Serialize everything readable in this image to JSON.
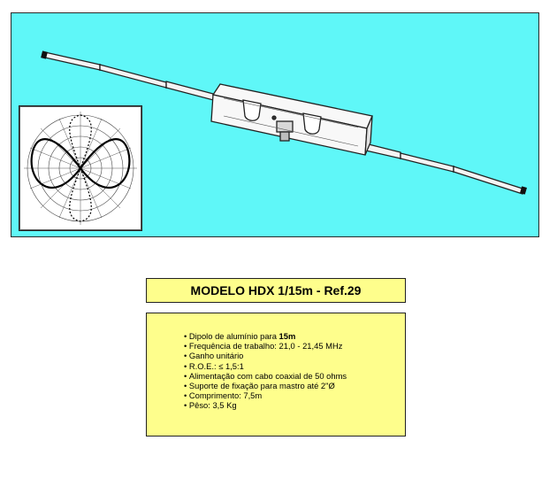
{
  "model_title": "MODELO HDX 1/15m - Ref.29",
  "specs": [
    {
      "prefix": "Dipolo de alumínio para ",
      "strong": "15m",
      "suffix": ""
    },
    {
      "prefix": "Frequência de trabalho: 21,0 - 21,45 MHz",
      "strong": "",
      "suffix": ""
    },
    {
      "prefix": "Ganho unitário",
      "strong": "",
      "suffix": ""
    },
    {
      "prefix": "R.O.E.: ≤ 1,5:1",
      "strong": "",
      "suffix": ""
    },
    {
      "prefix": "Alimentação com cabo coaxial de 50 ohms",
      "strong": "",
      "suffix": ""
    },
    {
      "prefix": "Suporte de fixação para mastro até 2\"Ø",
      "strong": "",
      "suffix": ""
    },
    {
      "prefix": "Comprimento: 7,5m",
      "strong": "",
      "suffix": ""
    },
    {
      "prefix": "Pêso: 3,5 Kg",
      "strong": "",
      "suffix": ""
    }
  ],
  "colors": {
    "hero_background": "#5ff7f8",
    "box_background": "#fefe8c",
    "border": "#222222"
  }
}
